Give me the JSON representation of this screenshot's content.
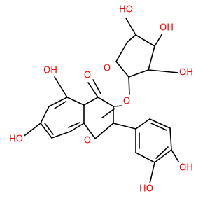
{
  "colors": {
    "background": "#ffffff",
    "bond": "#000000",
    "oxygen": "#ff0000"
  },
  "labels": {
    "ho_top": "HO",
    "oh_sugar_upper": "OH",
    "oh_sugar_right": "OH",
    "o_ring": "O",
    "o_glycosidic": "O",
    "o_carbonyl": "O",
    "oh_c5": "OH",
    "ho_c7": "HO",
    "o_pyran": "O",
    "oh_catechol_4": "OH",
    "ho_catechol_3": "HO"
  }
}
